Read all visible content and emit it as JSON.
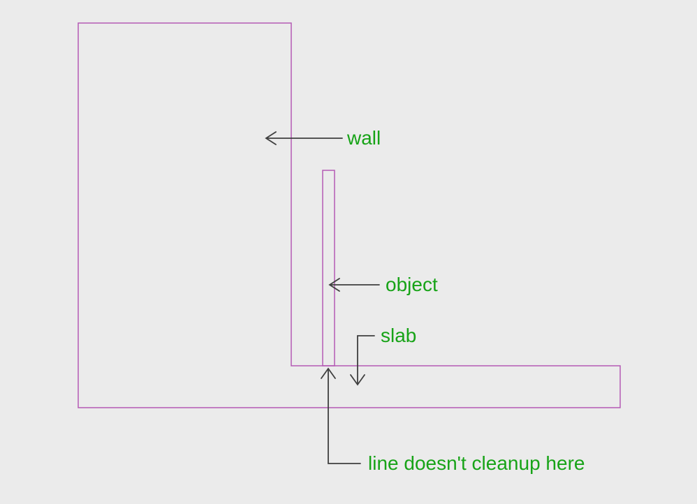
{
  "colors": {
    "background": "#ebebeb",
    "line": "#b45ab4",
    "label": "#17a317",
    "leader": "#3f3f3f"
  },
  "annotations": {
    "wall": "wall",
    "object": "object",
    "slab": "slab",
    "cleanup_note": "line doesn't cleanup here"
  }
}
